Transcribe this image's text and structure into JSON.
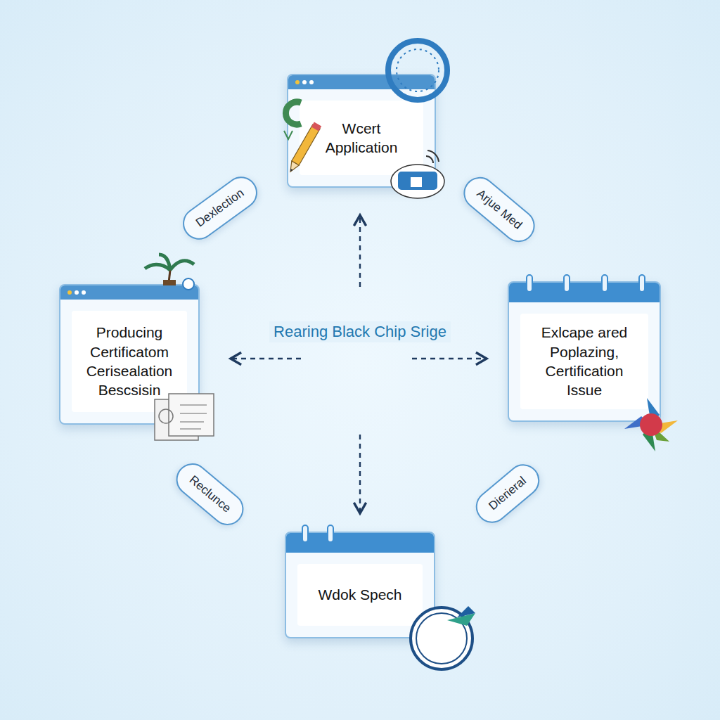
{
  "diagram": {
    "title": "Rearing Black Chip Srige",
    "nodes": [
      {
        "text": [
          "Wcert Application"
        ]
      },
      {
        "text": [
          "Dexlection"
        ]
      },
      {
        "text": [
          "Arjue Med"
        ]
      },
      {
        "text": [
          "Producing Certificatom Cerisealation Bescsisin"
        ]
      },
      {
        "text": [
          "Exlcape ared Poplazing, Certification Issue"
        ]
      },
      {
        "text": [
          "Reclunce"
        ]
      },
      {
        "text": [
          "Dierieral"
        ]
      },
      {
        "text": [
          "Wdok Spech"
        ]
      }
    ]
  }
}
